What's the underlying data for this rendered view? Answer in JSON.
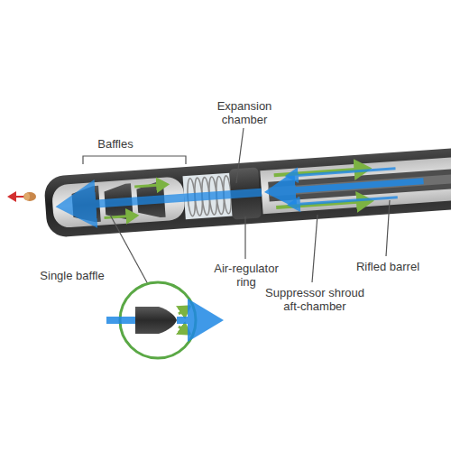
{
  "diagram": {
    "labels": [
      "Baffles",
      "Expansion chamber",
      "Single baffle",
      "Air-regulator ring",
      "Rifled barrel",
      "Suppressor shroud aft-chamber"
    ]
  }
}
